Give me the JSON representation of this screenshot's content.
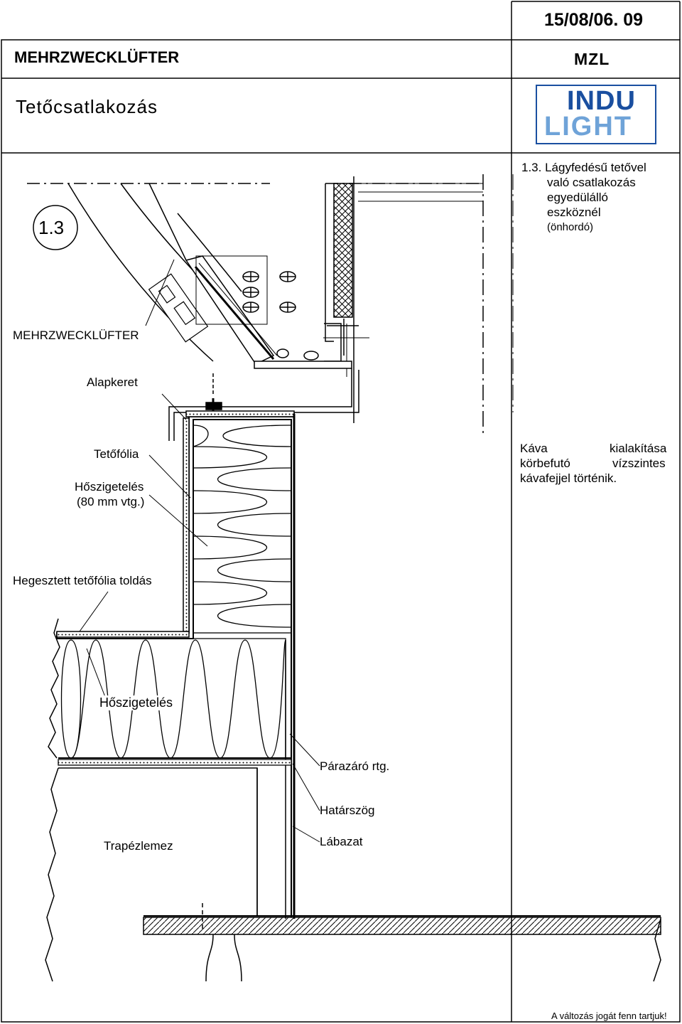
{
  "header": {
    "date": "15/08/06. 09",
    "product": "MEHRZWECKLÜFTER",
    "code": "MZL",
    "title": "Tetőcsatlakozás",
    "logo": {
      "line1": "INDU",
      "line2": "LIGHT",
      "line1_color": "#1a4fa0",
      "line2_color": "#6fa3d8"
    }
  },
  "description": {
    "line1": "1.3.  Lágyfedésű tetővel",
    "line2": "való csatlakozás",
    "line3": "egyedülálló",
    "line4": "eszköznél",
    "line5": "(önhordó)"
  },
  "detail_marker": "1.3",
  "labels": {
    "mehrzweck": "MEHRZWECKLÜFTER",
    "alapkeret": "Alapkeret",
    "tetofolia": "Tetőfólia",
    "hoszig1_a": "Hőszigetelés",
    "hoszig1_b": "(80 mm vtg.)",
    "hegesztett": "Hegesztett tetőfólia toldás",
    "hoszig2": "Hőszigetelés",
    "parazaro": "Párazáró rtg.",
    "hatarszog": "Határszög",
    "labazat": "Lábazat",
    "trapez": "Trapézlemez"
  },
  "note": {
    "line1_left": "Káva",
    "line1_right": "kialakítása",
    "line2_left": "körbefutó",
    "line2_right": "vízszintes",
    "line3": "kávafejjel történik."
  },
  "footer": "A változás jogát fenn tartjuk!"
}
